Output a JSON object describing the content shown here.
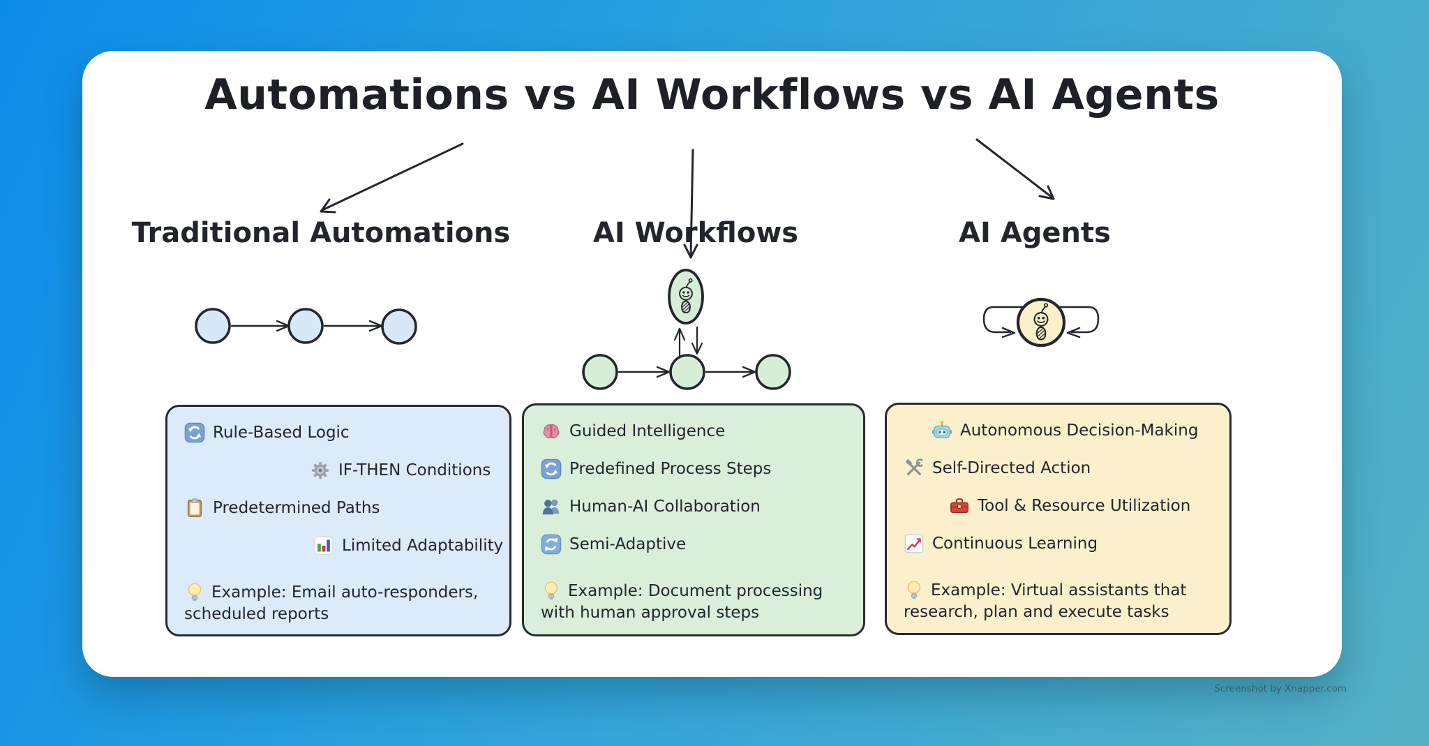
{
  "title": "Automations vs AI Workflows vs AI Agents",
  "watermark": "Screenshot by Xnapper.com",
  "colors": {
    "background_top": "#0C8CE9",
    "background_mid": "#31A4D9",
    "background_bottom": "#55B1C4",
    "card": "#FFFFFF",
    "ink": "#23262E",
    "traditional_box_bg": "#DCEBFA",
    "workflow_box_bg": "#D9EFD9",
    "agent_box_bg": "#FBF0CB",
    "traditional_node": "#D7E9F8",
    "workflow_node": "#D6EED6",
    "agent_node": "#FAEFC8"
  },
  "columns": [
    {
      "header": "Traditional Automations",
      "box": {
        "items": [
          {
            "icon": "sync-icon",
            "label": "Rule-Based Logic"
          },
          {
            "icon": "gear-icon",
            "label": "IF-THEN Conditions"
          },
          {
            "icon": "clipboard-icon",
            "label": "Predetermined Paths"
          },
          {
            "icon": "bar-chart-icon",
            "label": "Limited Adaptability"
          },
          {
            "icon": "light-bulb-icon",
            "label": "Example: Email auto-responders, scheduled reports"
          }
        ]
      }
    },
    {
      "header": "AI Workflows",
      "box": {
        "items": [
          {
            "icon": "brain-icon",
            "label": "Guided Intelligence"
          },
          {
            "icon": "sync-icon",
            "label": "Predefined Process Steps"
          },
          {
            "icon": "people-icon",
            "label": "Human-AI Collaboration"
          },
          {
            "icon": "clockwise-arrows-icon",
            "label": "Semi-Adaptive"
          },
          {
            "icon": "light-bulb-icon",
            "label": "Example: Document processing with human approval steps"
          }
        ]
      }
    },
    {
      "header": "AI Agents",
      "box": {
        "items": [
          {
            "icon": "robot-icon",
            "label": "Autonomous Decision-Making"
          },
          {
            "icon": "hammer-wrench-icon",
            "label": "Self-Directed Action"
          },
          {
            "icon": "toolbox-icon",
            "label": "Tool & Resource Utilization"
          },
          {
            "icon": "chart-increasing-icon",
            "label": "Continuous Learning"
          },
          {
            "icon": "light-bulb-icon",
            "label": "Example: Virtual assistants that research, plan and execute tasks"
          }
        ]
      }
    }
  ]
}
